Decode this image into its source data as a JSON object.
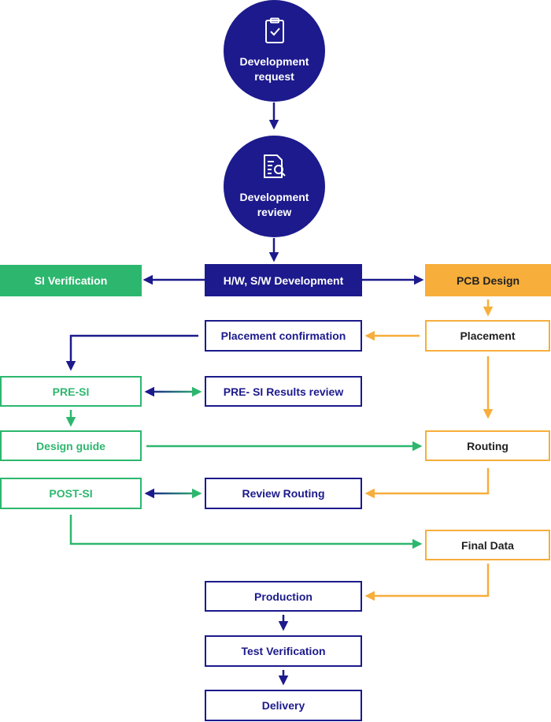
{
  "colors": {
    "navy": "#1c1a8c",
    "green": "#2db76e",
    "orange": "#f7ae3b"
  },
  "icons": {
    "request": "clipboard-check-icon",
    "review": "document-search-icon"
  },
  "nodes": {
    "dev_request": "Development request",
    "dev_review": "Development review",
    "si_verification": "SI Verification",
    "hw_sw_development": "H/W, S/W Development",
    "pcb_design": "PCB Design",
    "placement_confirmation": "Placement confirmation",
    "placement": "Placement",
    "pre_si": "PRE-SI",
    "pre_si_results_review": "PRE- SI Results review",
    "design_guide": "Design guide",
    "routing": "Routing",
    "post_si": "POST-SI",
    "review_routing": "Review Routing",
    "final_data": "Final Data",
    "production": "Production",
    "test_verification": "Test Verification",
    "delivery": "Delivery"
  },
  "edges": [
    {
      "from": "dev_request",
      "to": "dev_review"
    },
    {
      "from": "dev_review",
      "to": "hw_sw_development"
    },
    {
      "from": "hw_sw_development",
      "to": "si_verification"
    },
    {
      "from": "hw_sw_development",
      "to": "pcb_design"
    },
    {
      "from": "pcb_design",
      "to": "placement"
    },
    {
      "from": "placement",
      "to": "placement_confirmation"
    },
    {
      "from": "placement_confirmation",
      "to": "pre_si"
    },
    {
      "from": "pre_si",
      "to": "pre_si_results_review",
      "bidirectional": true
    },
    {
      "from": "pre_si",
      "to": "design_guide"
    },
    {
      "from": "placement",
      "to": "routing"
    },
    {
      "from": "design_guide",
      "to": "routing"
    },
    {
      "from": "routing",
      "to": "review_routing"
    },
    {
      "from": "post_si",
      "to": "review_routing",
      "bidirectional": true
    },
    {
      "from": "post_si",
      "to": "final_data"
    },
    {
      "from": "final_data",
      "to": "production"
    },
    {
      "from": "production",
      "to": "test_verification"
    },
    {
      "from": "test_verification",
      "to": "delivery"
    }
  ]
}
